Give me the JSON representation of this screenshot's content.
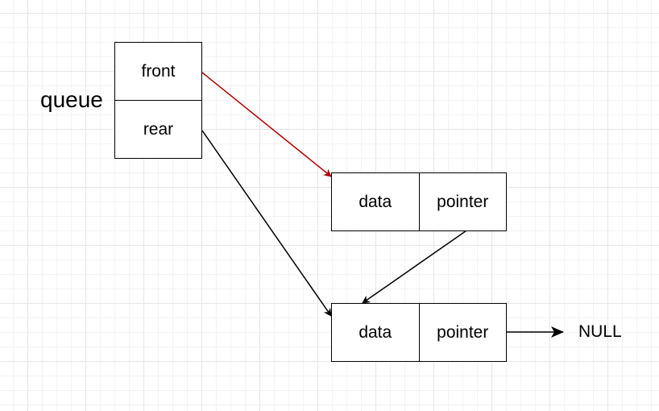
{
  "diagram": {
    "queue_label": "queue",
    "queue_struct": {
      "front": "front",
      "rear": "rear"
    },
    "nodes": [
      {
        "data": "data",
        "pointer": "pointer"
      },
      {
        "data": "data",
        "pointer": "pointer"
      }
    ],
    "null_label": "NULL"
  },
  "colors": {
    "front_arrow": "#b20000",
    "arrow": "#000000"
  }
}
